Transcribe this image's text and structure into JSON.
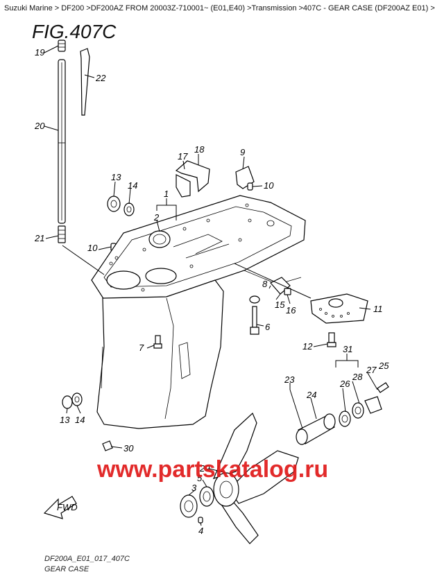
{
  "header": {
    "breadcrumb": "Suzuki Marine > DF200 >DF200AZ FROM 20003Z-710001~ (E01,E40) >Transmission >407C - GEAR CASE (DF200AZ E01) >"
  },
  "figure": {
    "title": "FIG.407C",
    "code": "DF200A_E01_017_407C",
    "name": "GEAR CASE"
  },
  "watermark": "www.partskatalog.ru",
  "fwd_label": "FWD",
  "callouts": [
    {
      "id": "c19",
      "label": "19"
    },
    {
      "id": "c22",
      "label": "22"
    },
    {
      "id": "c20",
      "label": "20"
    },
    {
      "id": "c17",
      "label": "17"
    },
    {
      "id": "c18",
      "label": "18"
    },
    {
      "id": "c9",
      "label": "9"
    },
    {
      "id": "c13a",
      "label": "13"
    },
    {
      "id": "c14a",
      "label": "14"
    },
    {
      "id": "c10a",
      "label": "10"
    },
    {
      "id": "c1",
      "label": "1"
    },
    {
      "id": "c2",
      "label": "2"
    },
    {
      "id": "c21",
      "label": "21"
    },
    {
      "id": "c10b",
      "label": "10"
    },
    {
      "id": "c8",
      "label": "8"
    },
    {
      "id": "c15",
      "label": "15"
    },
    {
      "id": "c16",
      "label": "16"
    },
    {
      "id": "c11",
      "label": "11"
    },
    {
      "id": "c6",
      "label": "6"
    },
    {
      "id": "c7",
      "label": "7"
    },
    {
      "id": "c12",
      "label": "12"
    },
    {
      "id": "c31",
      "label": "31"
    },
    {
      "id": "c27",
      "label": "27"
    },
    {
      "id": "c25",
      "label": "25"
    },
    {
      "id": "c28",
      "label": "28"
    },
    {
      "id": "c26",
      "label": "26"
    },
    {
      "id": "c23",
      "label": "23"
    },
    {
      "id": "c24",
      "label": "24"
    },
    {
      "id": "c13b",
      "label": "13"
    },
    {
      "id": "c14b",
      "label": "14"
    },
    {
      "id": "c30",
      "label": "30"
    },
    {
      "id": "c29",
      "label": "29"
    },
    {
      "id": "c5",
      "label": "5"
    },
    {
      "id": "c3",
      "label": "3"
    },
    {
      "id": "c4",
      "label": "4"
    }
  ]
}
